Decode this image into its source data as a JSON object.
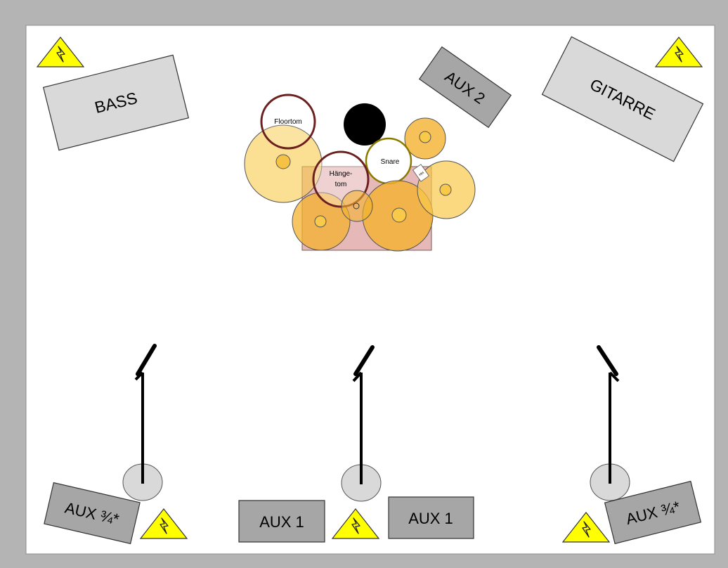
{
  "labels": {
    "bass": "BASS",
    "gitarre": "GITARRE",
    "aux2": "AUX 2",
    "aux34_left": "AUX ¾*",
    "aux34_right": "AUX ¾*",
    "aux1_left": "AUX 1",
    "aux1_right": "AUX 1"
  },
  "drums": {
    "floortom": "Floortom",
    "snare": "Snare",
    "haengetom_line1": "Hänge-",
    "haengetom_line2": "tom",
    "pedal_label": "HH"
  },
  "colors": {
    "frame": "#b4b4b4",
    "stage": "#ffffff",
    "amp_light": "#d9d9d9",
    "monitor_dark": "#a6a6a6",
    "cymbal": "#f9c94a",
    "drum_rug": "#e6b9b8",
    "tom_rim": "#6b1f1f",
    "hazard": "#ffff00"
  },
  "icons": {
    "hazard": "electrical-hazard-icon",
    "microphone": "microphone-stand-icon"
  }
}
